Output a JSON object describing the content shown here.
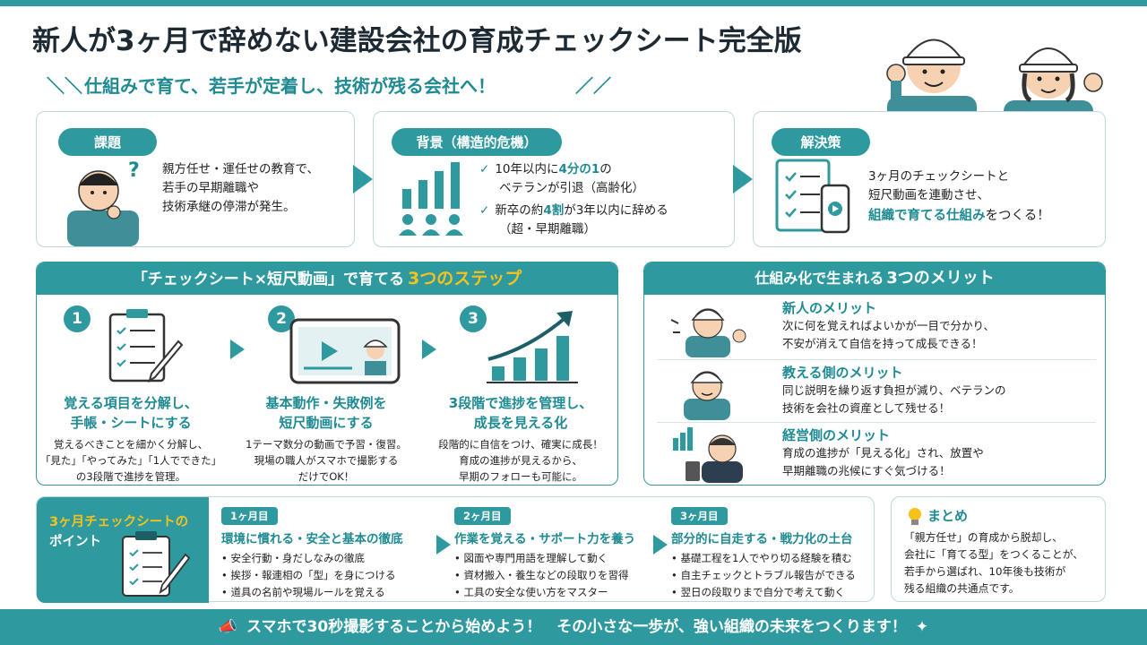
{
  "header": {
    "title": "新人が3ヶ月で辞めない建設会社の育成チェックシート完全版",
    "subtitle": "仕組みで育て、若手が定着し、技術が残る会社へ！"
  },
  "problem": {
    "label": "課題",
    "lines": [
      "親方任せ・運任せの教育で、",
      "若手の早期離職や",
      "技術承継の停滞が発生。"
    ]
  },
  "background": {
    "label": "背景（構造的危機）",
    "item1_a": "10年以内に",
    "item1_b": "4分の1",
    "item1_c": "の",
    "item1_d": "ベテランが引退（高齢化）",
    "item2_a": "新卒の約",
    "item2_b": "4割",
    "item2_c": "が3年以内に辞める",
    "item2_d": "（超・早期離職）"
  },
  "solution": {
    "label": "解決策",
    "line1": "3ヶ月のチェックシートと",
    "line2": "短尺動画を連動させ、",
    "line3_hl": "組織で育てる仕組み",
    "line3_rest": "をつくる！"
  },
  "steps": {
    "heading_a": "「チェックシート×短尺動画」で育てる",
    "heading_b": "3つのステップ",
    "items": [
      {
        "num": "1",
        "title1": "覚える項目を分解し、",
        "title2": "手帳・シートにする",
        "desc1": "覚えるべきことを細かく分解し、",
        "desc2": "「見た」「やってみた」「1人でできた」",
        "desc3": "の3段階で進捗を管理。"
      },
      {
        "num": "2",
        "title1": "基本動作・失敗例を",
        "title2": "短尺動画にする",
        "desc1": "1テーマ数分の動画で予習・復習。",
        "desc2": "現場の職人がスマホで撮影する",
        "desc3": "だけでOK！"
      },
      {
        "num": "3",
        "title1": "3段階で進捗を管理し、",
        "title2": "成長を見える化",
        "desc1": "段階的に自信をつけ、確実に成長！",
        "desc2": "育成の進捗が見えるから、",
        "desc3": "早期のフォローも可能に。"
      }
    ]
  },
  "merits": {
    "heading_a": "仕組み化で生まれる",
    "heading_b": "3つのメリット",
    "items": [
      {
        "title": "新人のメリット",
        "desc1": "次に何を覚えればよいかが一目で分かり、",
        "desc2": "不安が消えて自信を持って成長できる！"
      },
      {
        "title": "教える側のメリット",
        "desc1": "同じ説明を繰り返す負担が減り、ベテランの",
        "desc2": "技術を会社の資産として残せる！"
      },
      {
        "title": "経営側のメリット",
        "desc1": "育成の進捗が「見える化」され、放置や",
        "desc2": "早期離職の兆候にすぐ気づける！"
      }
    ]
  },
  "checksheet": {
    "label1": "3ヶ月チェックシートの",
    "label2": "ポイント",
    "months": [
      {
        "pill": "1ヶ月目",
        "title": "環境に慣れる・安全と基本の徹底",
        "items": [
          "安全行動・身だしなみの徹底",
          "挨拶・報連相の「型」を身につける",
          "道具の名前や現場ルールを覚える"
        ]
      },
      {
        "pill": "2ヶ月目",
        "title": "作業を覚える・サポート力を養う",
        "items": [
          "図面や専門用語を理解して動く",
          "資材搬入・養生などの段取りを習得",
          "工具の安全な使い方をマスター"
        ]
      },
      {
        "pill": "3ヶ月目",
        "title": "部分的に自走する・戦力化の土台",
        "items": [
          "基礎工程を1人でやり切る経験を積む",
          "自主チェックとトラブル報告ができる",
          "翌日の段取りまで自分で考えて動く"
        ]
      }
    ]
  },
  "summary": {
    "label": "まとめ",
    "lines": [
      "「親方任せ」の育成から脱却し、",
      "会社に「育てる型」をつくることが、",
      "若手から選ばれ、10年後も技術が",
      "残る組織の共通点です。"
    ]
  },
  "footer": {
    "text": "スマホで30秒撮影することから始めよう！　その小さな一歩が、強い組織の未来をつくります！"
  },
  "colors": {
    "accent": "#2e9aa0",
    "accent_dark": "#1f8a92",
    "highlight": "#f5c21b"
  }
}
